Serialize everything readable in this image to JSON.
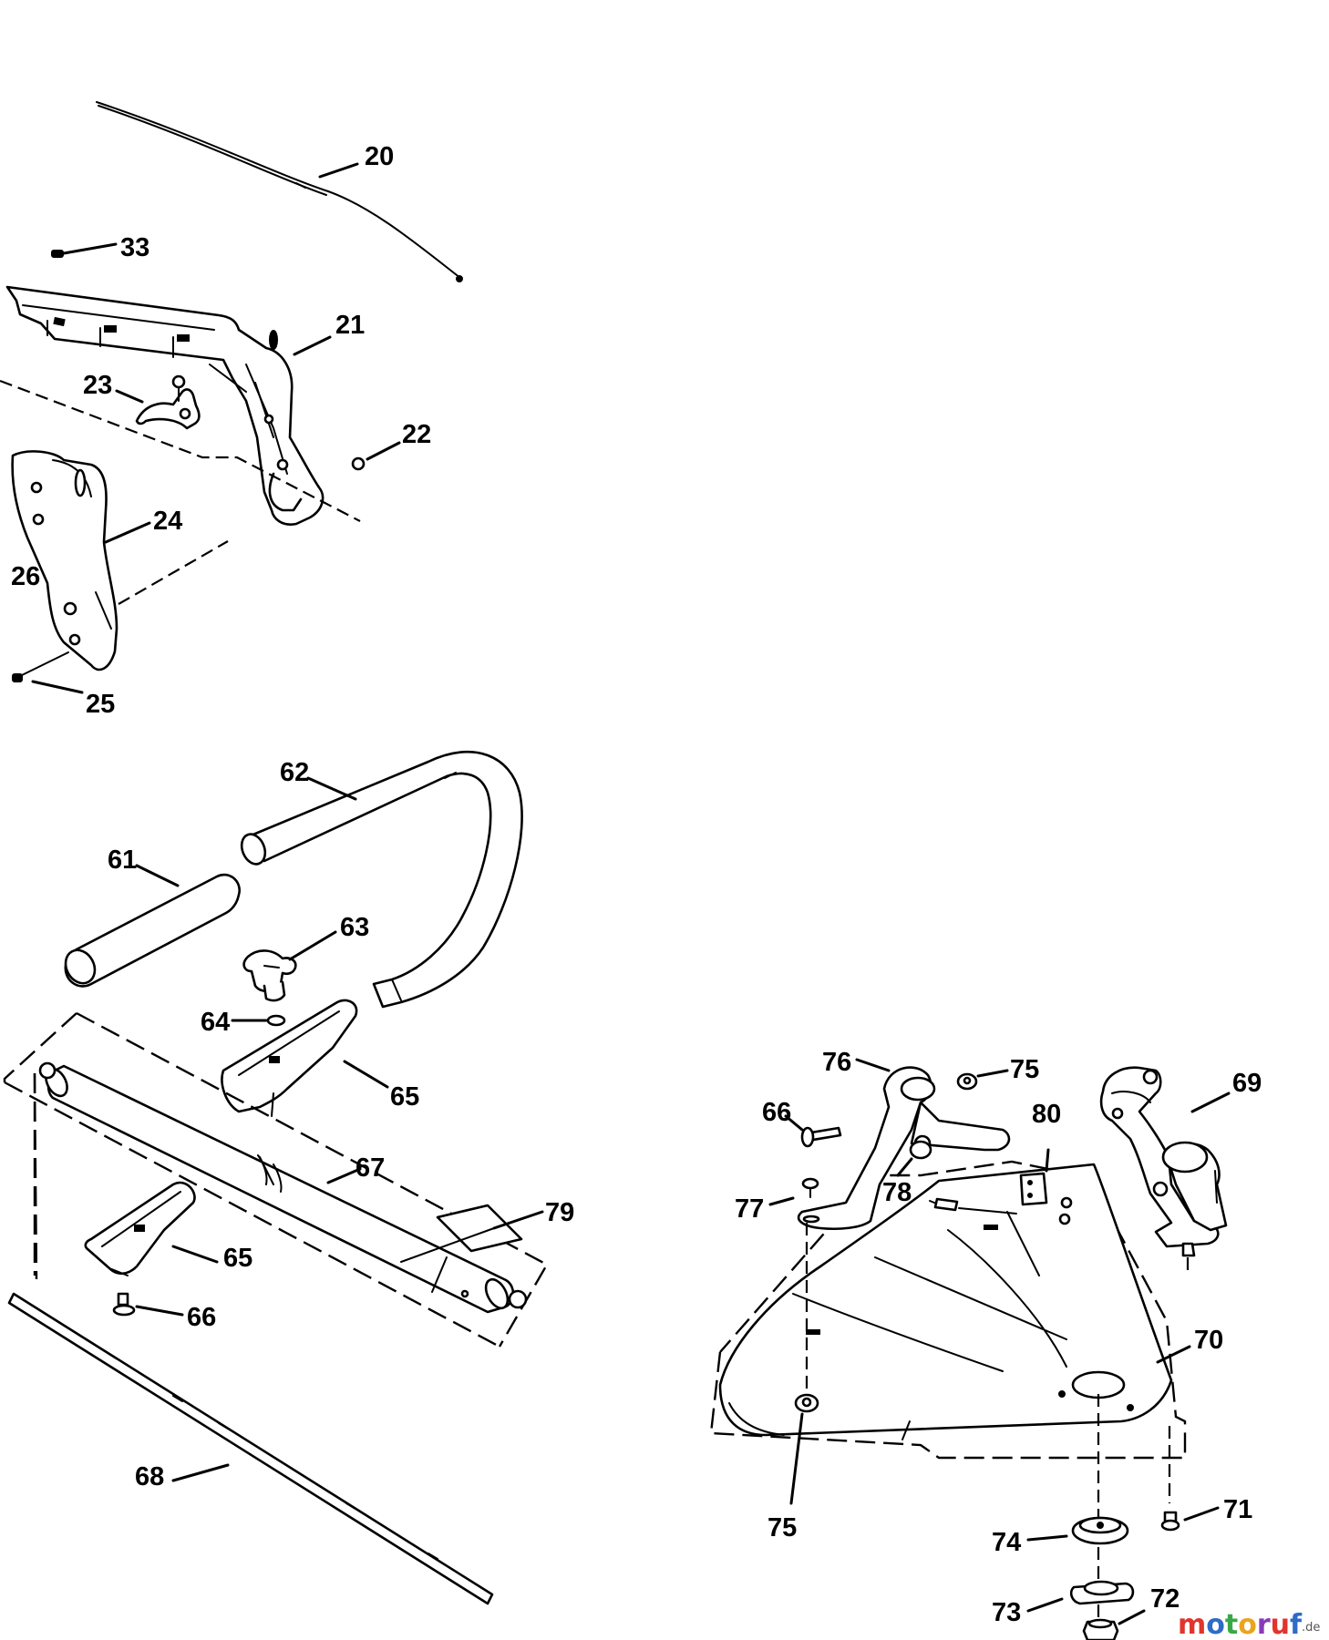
{
  "labels": {
    "p20": "20",
    "p21": "21",
    "p22": "22",
    "p23": "23",
    "p24": "24",
    "p25": "25",
    "p26": "26",
    "p33": "33",
    "p61": "61",
    "p62": "62",
    "p63": "63",
    "p64": "64",
    "p65a": "65",
    "p65b": "65",
    "p66a": "66",
    "p66b": "66",
    "p67": "67",
    "p68": "68",
    "p69": "69",
    "p70": "70",
    "p71": "71",
    "p72": "72",
    "p73": "73",
    "p74": "74",
    "p75a": "75",
    "p75b": "75",
    "p76": "76",
    "p77": "77",
    "p78": "78",
    "p79": "79",
    "p80": "80"
  },
  "watermark": {
    "letters": [
      "m",
      "o",
      "t",
      "o",
      "r",
      "u",
      "f"
    ],
    "suffix": ".de",
    "colors": [
      "#e0342c",
      "#2e6cc7",
      "#39a845",
      "#e9a51c",
      "#8a3ab9",
      "#e0342c",
      "#2e6cc7"
    ]
  }
}
